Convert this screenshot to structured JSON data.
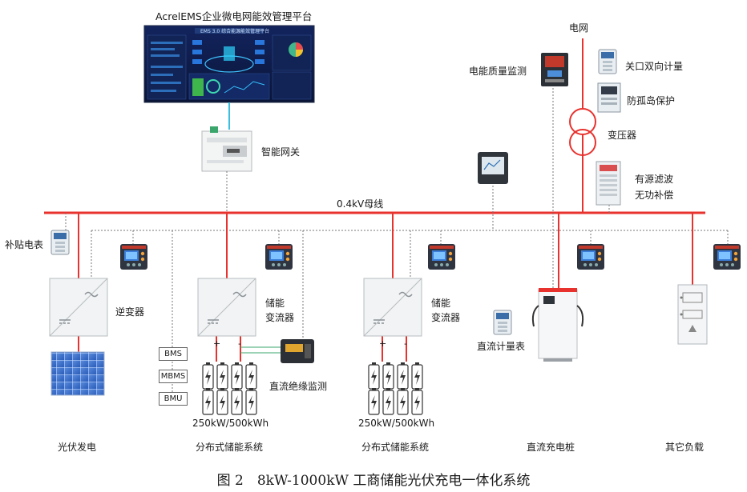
{
  "platform": {
    "title": "AcrelEMS企业微电网能效管理平台",
    "screen_banner": "EMS 3.0 综合能源能效管理平台"
  },
  "grid": {
    "label": "电网",
    "power_quality": "电能质量监测",
    "bidirectional_meter": "关口双向计量",
    "anti_islanding": "防孤岛保护",
    "transformer": "变压器",
    "active_filter_line1": "有源滤波",
    "active_filter_line2": "无功补偿"
  },
  "gateway": {
    "label": "智能网关"
  },
  "busbar": {
    "label": "0.4kV母线"
  },
  "pv": {
    "subsidy_meter": "补贴电表",
    "inverter": "逆变器",
    "system": "光伏发电"
  },
  "storage1": {
    "converter_line1": "储能",
    "converter_line2": "变流器",
    "bms": "BMS",
    "mbms": "MBMS",
    "bmu": "BMU",
    "insulation": "直流绝缘监测",
    "capacity": "250kW/500kWh",
    "system": "分布式储能系统",
    "plus": "+",
    "minus": "-"
  },
  "storage2": {
    "converter_line1": "储能",
    "converter_line2": "变流器",
    "capacity": "250kW/500kWh",
    "system": "分布式储能系统",
    "plus": "+",
    "minus": "-"
  },
  "charging": {
    "dc_meter": "直流计量表",
    "system": "直流充电桩"
  },
  "other": {
    "system": "其它负载"
  },
  "caption": "图 2　8kW-1000kW 工商储能光伏充电一体化系统",
  "colors": {
    "power_line": "#e8322e",
    "comm_line": "#777777",
    "screen_bg": "#0d1b4a",
    "device_green": "#3aa66b"
  }
}
